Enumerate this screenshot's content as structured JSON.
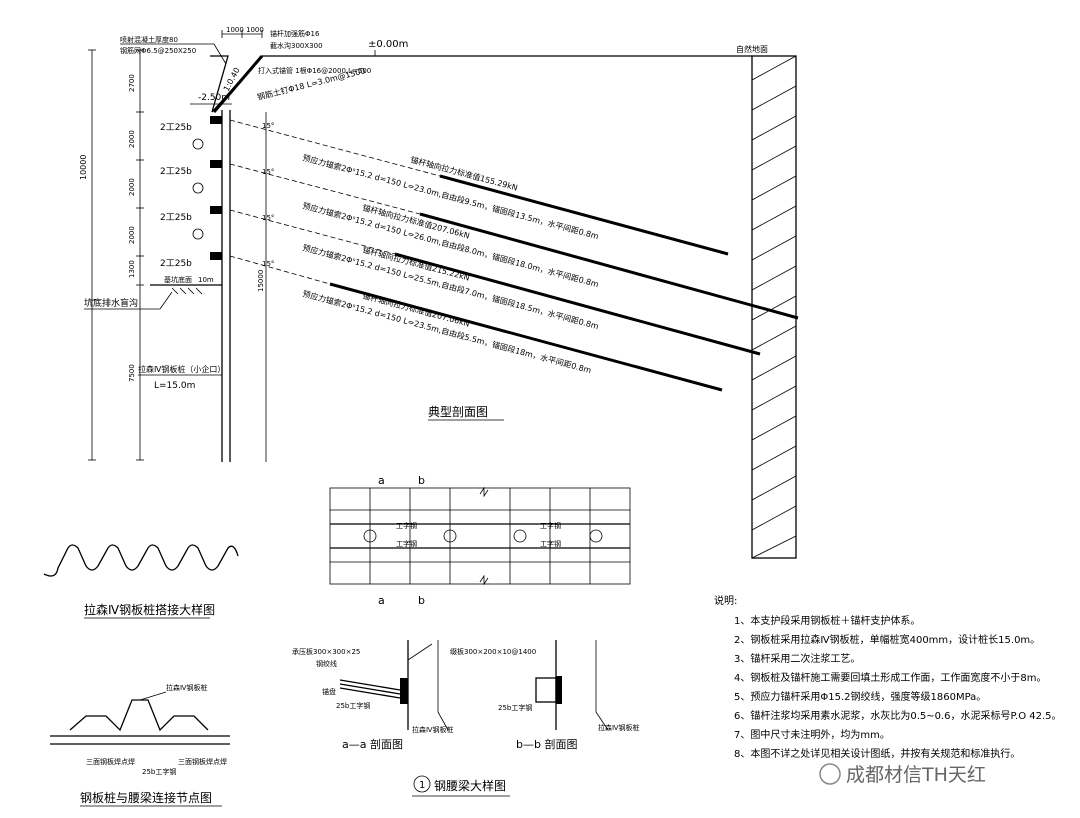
{
  "section": {
    "title": "典型剖面图",
    "ground_level": "±0.00m",
    "natural_ground": "自然地面",
    "elev_pile_top": "-2.50m",
    "label_shotcrete": "喷射混凝土厚度80",
    "label_mesh": "钢筋网Φ6.5@250X250",
    "label_top_dims": "1000",
    "label_top_dims2": "1000",
    "label_reinforce": "锚杆加强筋Φ16",
    "label_cap": "截水沟300X300",
    "label_nail_driven": "打入式锚管 1根Φ16@2000,L=500",
    "label_slope": "1:0.40",
    "label_soil_nail": "钢筋土钉Φ18 L=3.0m@1500",
    "label_sheet_pile": "拉森Ⅳ钢板桩（小企口）",
    "label_sheet_pile_len": "L=15.0m",
    "label_drain": "坑底排水盲沟",
    "label_bottom": "基坑底面",
    "label_bottom_elev": "10m",
    "waler_labels": [
      "2工25b",
      "2工25b",
      "2工25b",
      "2工25b"
    ],
    "angle_labels": [
      "15°",
      "15°",
      "15°",
      "15°"
    ],
    "left_dims": [
      "2700",
      "2000",
      "2000",
      "2000",
      "1300",
      "7500"
    ],
    "left_total": "10000",
    "right_dim": "15000",
    "anchors": [
      {
        "l1": "预应力锚索2Φˢ15.2 d=150 L=23.0m,自由段9.5m，锚固段13.5m，水平间距0.8m",
        "l2": "锚杆轴向拉力标准值155.29kN"
      },
      {
        "l1": "预应力锚索2Φˢ15.2 d=150 L=26.0m,自由段8.0m，锚固段18.0m，水平间距0.8m",
        "l2": "锚杆轴向拉力标准值207.06kN"
      },
      {
        "l1": "预应力锚索2Φˢ15.2 d=150 L=25.5m,自由段7.0m，锚固段18.5m，水平间距0.8m",
        "l2": "锚杆轴向拉力标准值215.22kN"
      },
      {
        "l1": "预应力锚索2Φˢ15.2 d=150 L=23.5m,自由段5.5m，锚固段18m，水平间距0.8m",
        "l2": "锚杆轴向拉力标准值207.06kN"
      }
    ]
  },
  "pile_lap": {
    "title": "拉森Ⅳ钢板桩搭接大样图"
  },
  "pile_waler": {
    "title": "钢板桩与腰梁连接节点图",
    "label_pile": "拉森Ⅳ钢板桩",
    "label_weld1": "三面钢板焊点焊",
    "label_weld2": "三面钢板焊点焊",
    "label_beam": "25b工字钢"
  },
  "waler_detail": {
    "title": "钢腰梁大样图",
    "index": "1",
    "cut_a": "a",
    "cut_b": "b",
    "i_beam": "工字钢",
    "sec_a_title": "a—a 剖面图",
    "sec_b_title": "b—b 剖面图",
    "a_plate": "承压板300×300×25",
    "a_strand": "钢绞线",
    "a_anchor": "锚盘",
    "a_beam": "25b工字钢",
    "a_pile": "拉森Ⅳ钢板桩",
    "b_plate": "缀板300×200×10@1400",
    "b_beam": "25b工字钢",
    "b_pile": "拉森Ⅳ钢板桩"
  },
  "notes": {
    "heading": "说明:",
    "items": [
      "1、本支护段采用钢板桩＋锚杆支护体系。",
      "2、钢板桩采用拉森Ⅳ钢板桩，单幅桩宽400mm，设计桩长15.0m。",
      "3、锚杆采用二次注浆工艺。",
      "4、钢板桩及锚杆施工需要回填土形成工作面，工作面宽度不小于8m。",
      "5、预应力锚杆采用Φ15.2钢绞线，强度等级1860MPa。",
      "6、锚杆注浆均采用素水泥浆，水灰比为0.5~0.6，水泥采标号P.O 42.5。",
      "7、图中尺寸未注明外，均为mm。",
      "8、本图不详之处详见相关设计图纸，并按有关规范和标准执行。"
    ]
  },
  "watermark": "成都材信TH天红"
}
